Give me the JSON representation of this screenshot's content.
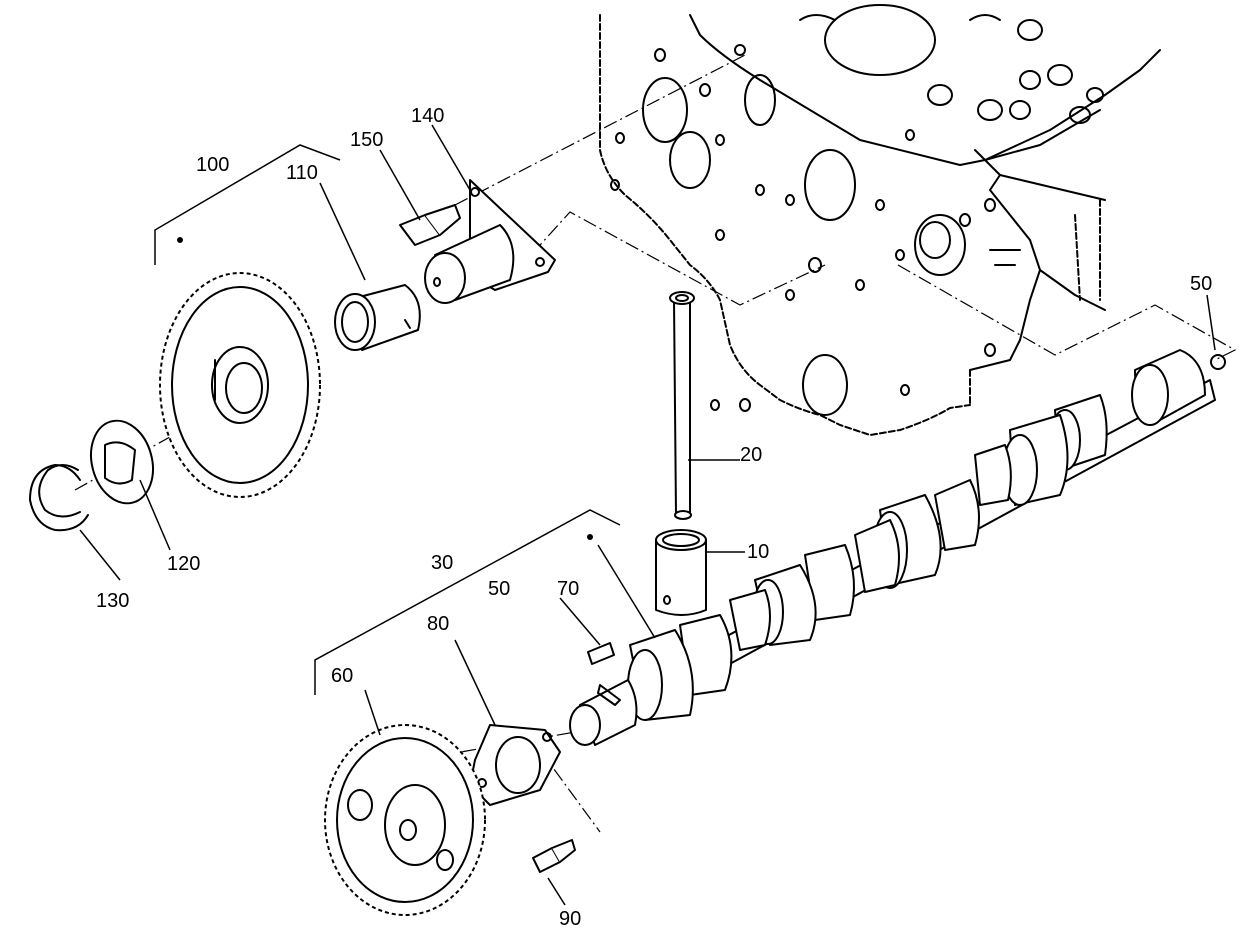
{
  "callouts": {
    "c10": "10",
    "c20": "20",
    "c30": "30",
    "c50_cam": "50",
    "c50_plug": "50",
    "c60": "60",
    "c70": "70",
    "c80": "80",
    "c90": "90",
    "c100": "100",
    "c110": "110",
    "c120": "120",
    "c130": "130",
    "c140": "140",
    "c150": "150"
  }
}
